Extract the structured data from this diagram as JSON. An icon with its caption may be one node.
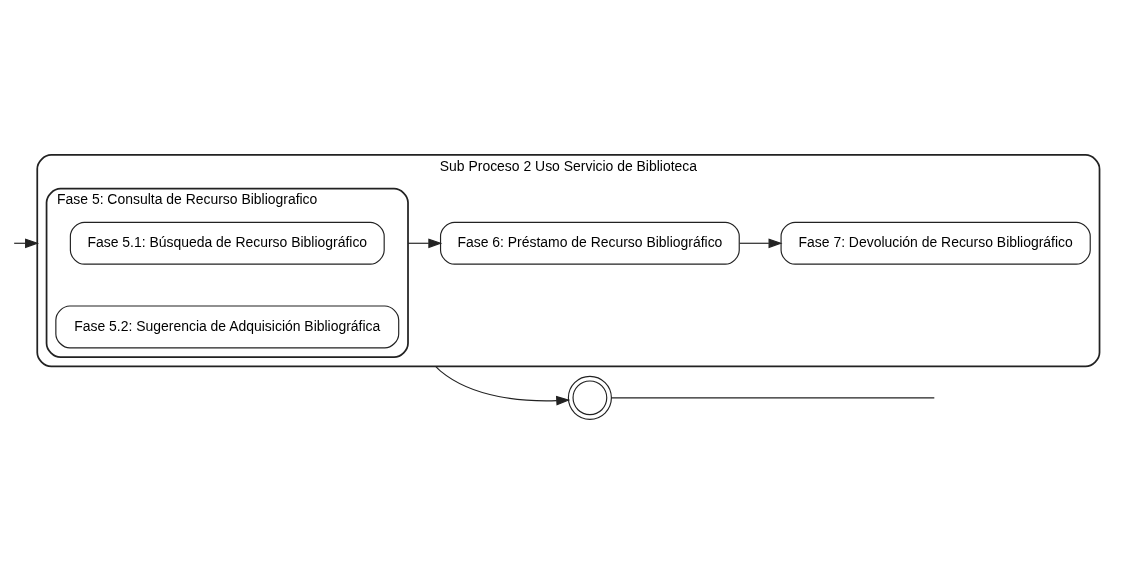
{
  "diagram": {
    "nodes": [
      {
        "text": [
          "Sub Proceso 2 Uso Servicio de Biblioteca"
        ]
      },
      {
        "text": [
          "Fase 5: Consulta de Recurso Bibliografico"
        ],
        "in": 0
      },
      {
        "text": [
          "Fase 5.1: Búsqueda de Recurso Bibliográfico"
        ],
        "in": 1
      },
      {
        "text": [
          "Fase 5.2: Sugerencia de Adquisición Bibliográfica"
        ],
        "in": 1
      },
      {
        "text": [
          "Fase 6: Préstamo de Recurso Bibliográfico"
        ],
        "in": 0
      },
      {
        "text": [
          "Fase 7: Devolución de Recurso Bibliográfico"
        ],
        "in": 0
      },
      {
        "text": [],
        "shape": "circle"
      }
    ],
    "edges": [
      {
        "from": null,
        "to": 0,
        "arrow": "to"
      },
      {
        "from": 1,
        "to": 4,
        "arrow": "to"
      },
      {
        "from": 4,
        "to": 5,
        "arrow": "to"
      },
      {
        "from": 0,
        "to": 6,
        "arrow": "to"
      },
      {
        "from": 6,
        "to": null,
        "arrow": "none"
      }
    ]
  }
}
